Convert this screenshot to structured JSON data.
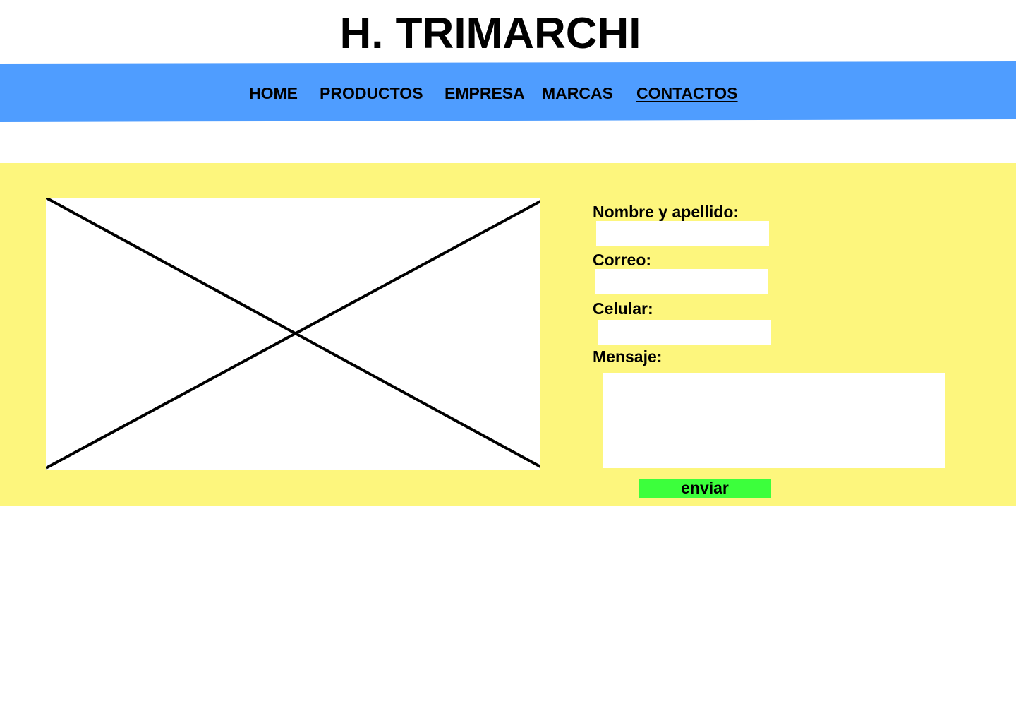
{
  "header": {
    "title": "H. TRIMARCHI"
  },
  "nav": {
    "items": [
      {
        "label": "HOME"
      },
      {
        "label": "PRODUCTOS"
      },
      {
        "label": "EMPRESA"
      },
      {
        "label": "MARCAS"
      },
      {
        "label": "CONTACTOS",
        "active": true
      }
    ]
  },
  "image": {
    "icon": "image-placeholder-icon"
  },
  "form": {
    "name_label": "Nombre y apellido:",
    "name_value": "",
    "email_label": "Correo:",
    "email_value": "",
    "phone_label": "Celular:",
    "phone_value": "",
    "message_label": "Mensaje:",
    "message_value": "",
    "submit_label": "enviar"
  },
  "colors": {
    "nav_background": "#4f9dff",
    "content_background": "#fdf67d",
    "submit_background": "#3cff3c",
    "field_background": "#ffffff"
  }
}
